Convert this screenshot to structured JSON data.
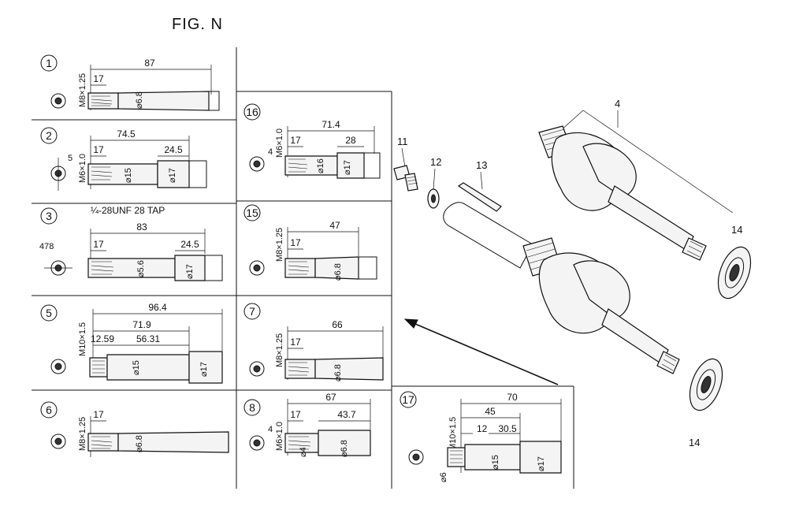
{
  "figure": {
    "title": "FIG. N"
  },
  "shafts": {
    "s1": {
      "num": "1",
      "thread": "M8×1.25",
      "d1": "87",
      "d2": "17",
      "dia": "⌀6.8"
    },
    "s2": {
      "num": "2",
      "thread": "M6×1.0",
      "d1": "74.5",
      "d2": "17",
      "d3": "24.5",
      "dia1": "⌀15",
      "dia2": "⌀17",
      "side": "5"
    },
    "s3": {
      "num": "3",
      "thread": "¼-28UNF 28 TAP",
      "d1": "83",
      "d2": "17",
      "d3": "24.5",
      "dia1": "⌀5.6",
      "dia2": "⌀17",
      "side": "478"
    },
    "s5": {
      "num": "5",
      "thread": "M10×1.5",
      "d1": "96.4",
      "d2": "71.9",
      "d3": "12.59",
      "d4": "56.31",
      "dia1": "⌀15",
      "dia2": "⌀17"
    },
    "s6": {
      "num": "6",
      "thread": "M8×1.25",
      "d2": "17",
      "dia": "⌀6.8"
    },
    "s16": {
      "num": "16",
      "thread": "M6×1.0",
      "d1": "71.4",
      "d2": "17",
      "d3": "28",
      "dia1": "⌀16",
      "dia2": "⌀17",
      "side": "4"
    },
    "s15": {
      "num": "15",
      "thread": "M8×1.25",
      "d1": "47",
      "d2": "17",
      "dia": "⌀6.8"
    },
    "s7": {
      "num": "7",
      "thread": "M8×1.25",
      "d1": "66",
      "d2": "17",
      "dia": "⌀6.8"
    },
    "s8": {
      "num": "8",
      "thread": "M6×1.0",
      "d1": "67",
      "d2": "17",
      "d3": "43.7",
      "dia1": "⌀4",
      "dia2": "⌀6.8",
      "side": "4"
    },
    "s17": {
      "num": "17",
      "thread": "M10×1.5",
      "d1": "70",
      "d2": "45",
      "d3": "12",
      "d4": "30.5",
      "dia1": "⌀15",
      "dia2": "⌀17",
      "side": "⌀6"
    }
  },
  "callouts": {
    "c4": "4",
    "c11": "11",
    "c12": "12",
    "c13": "13",
    "c14a": "14",
    "c14b": "14"
  }
}
